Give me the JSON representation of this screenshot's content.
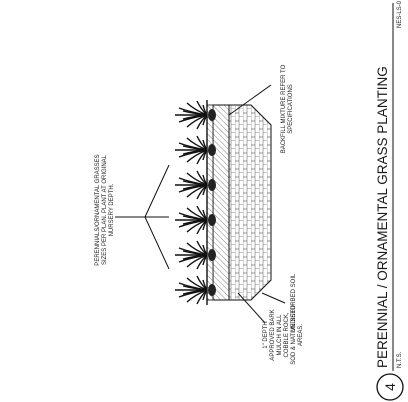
{
  "detail": {
    "number": "4",
    "title": "PERENNIAL / ORNAMENTAL GRASS PLANTING",
    "scale": "N.T.S.",
    "sheet_ref": "NES-LS-0"
  },
  "notes": {
    "grasses": [
      "PERENNIALS/ORNAMENTAL GRASSES",
      "SIZES PER PLAN. PLANT AT ORIGINAL",
      "NURSERY DEPTH."
    ],
    "backfill": [
      "BACKFILL MIXTURE REFER TO",
      "SPECIFICATIONS"
    ],
    "mulch": [
      "1\" DEPTH",
      "APPROVED BARK",
      "MULCH IN ALL",
      "COBBLE ROCK,",
      "SOD & NATIVE SEED",
      "AREAS."
    ],
    "soil": [
      "UNDISTURBED SOIL"
    ]
  },
  "plant_count": 6
}
